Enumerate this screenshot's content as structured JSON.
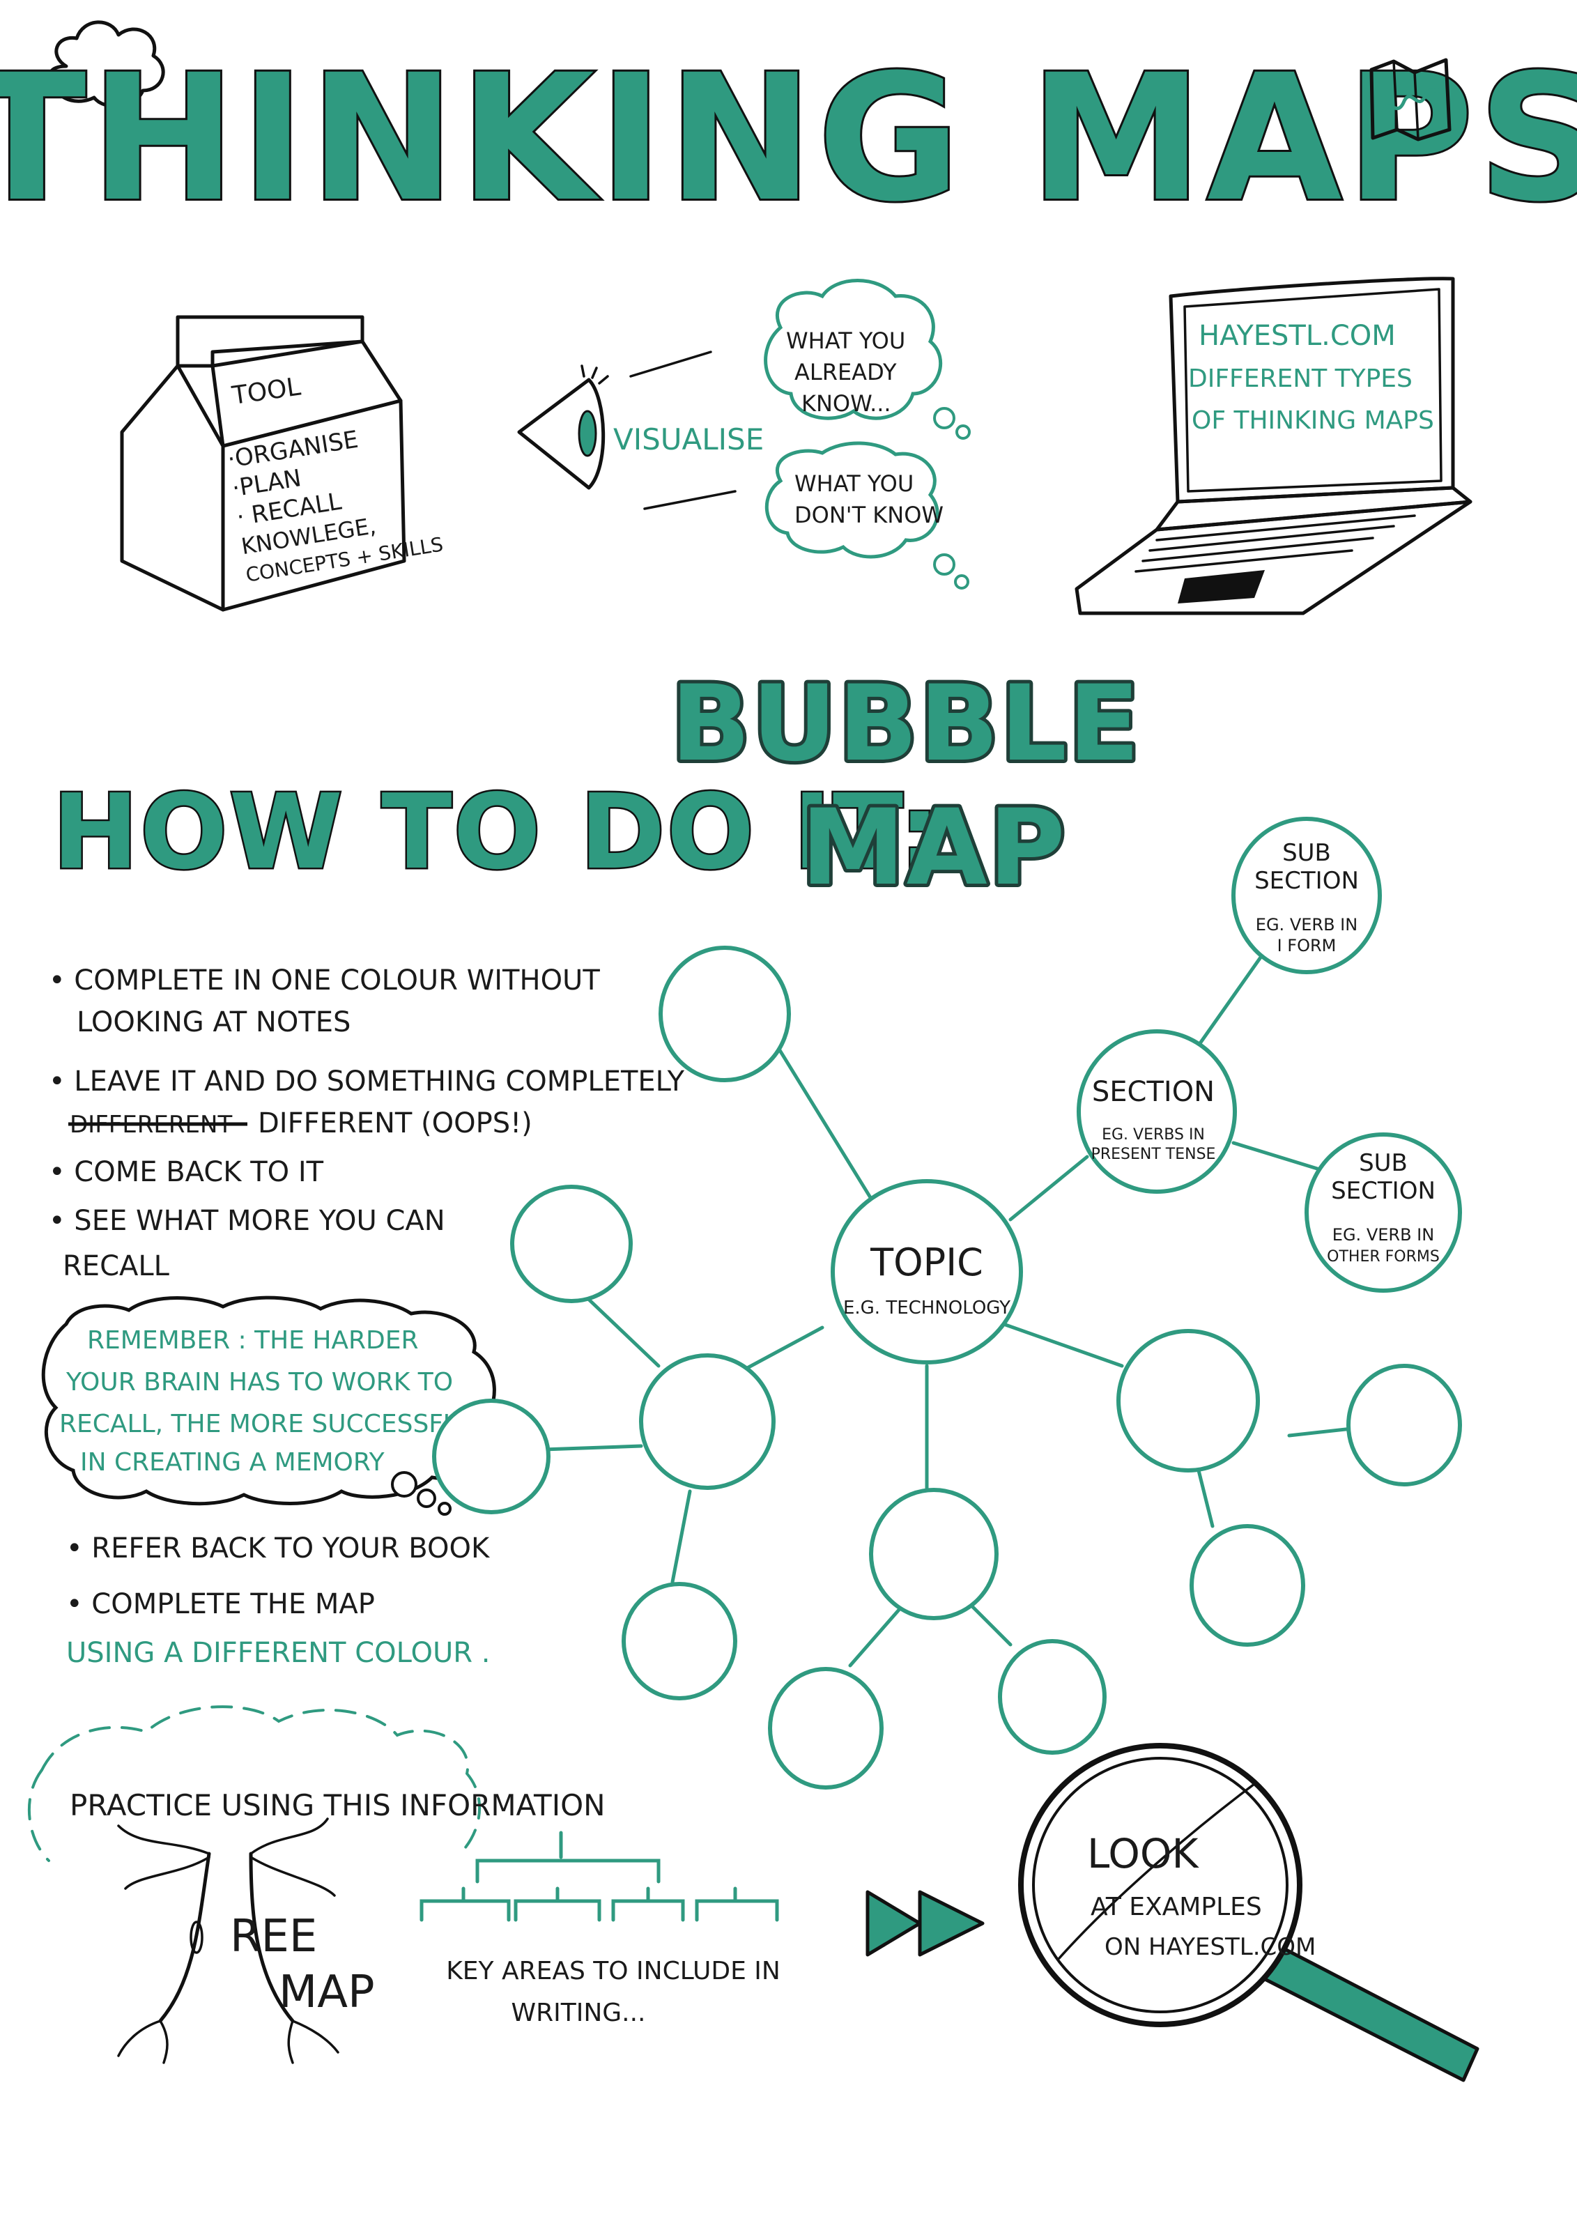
{
  "title": "THINKING MAPS",
  "tool_box": {
    "label": "TOOL",
    "items": [
      "·ORGANISE",
      "·PLAN",
      "· RECALL",
      "KNOWLEGE,",
      "CONCEPTS + SKILLS"
    ]
  },
  "visualise": {
    "label": "VISUALISE",
    "known_lines": [
      "WHAT YOU",
      "ALREADY",
      "KNOW..."
    ],
    "unknown_lines": [
      "WHAT YOU",
      "DON'T KNOW"
    ]
  },
  "laptop": {
    "lines": [
      "HAYESTL.COM",
      "DIFFERENT TYPES",
      "OF THINKING MAPS"
    ]
  },
  "how_to_heading": "HOW TO DO IT:",
  "bubble_map_title": [
    "BUBBLE",
    "MAP"
  ],
  "steps": {
    "step1": [
      "• COMPLETE IN ONE COLOUR WITHOUT",
      "LOOKING AT NOTES"
    ],
    "step2": [
      "• LEAVE IT AND DO SOMETHING COMPLETELY"
    ],
    "step2_struck": "DIFFERERENT",
    "step2_end": "DIFFERENT (OOPS!)",
    "step3": "• COME BACK TO IT",
    "step4": [
      "• SEE WHAT MORE YOU CAN",
      "RECALL"
    ],
    "remember": [
      "REMEMBER : THE HARDER",
      "YOUR BRAIN HAS TO WORK TO",
      "RECALL, THE MORE SUCCESSFUL",
      "IN CREATING A MEMORY"
    ],
    "step5": "• REFER BACK TO YOUR BOOK",
    "step6": "• COMPLETE THE MAP",
    "step6_green": "USING A DIFFERENT COLOUR ."
  },
  "bubble_map": {
    "topic": "TOPIC",
    "topic_example": "E.G. TECHNOLOGY",
    "section": "SECTION",
    "section_example": [
      "EG. VERBS IN",
      "PRESENT TENSE"
    ],
    "sub_section_a": [
      "SUB",
      "SECTION"
    ],
    "sub_section_a_example": [
      "EG. VERB IN",
      "I FORM"
    ],
    "sub_section_b": [
      "SUB",
      "SECTION"
    ],
    "sub_section_b_example": [
      "EG. VERB IN",
      "OTHER FORMS"
    ]
  },
  "tree_map": {
    "practice": "PRACTICE USING THIS INFORMATION",
    "tree_word": "REE",
    "map_word": "MAP",
    "key_areas": [
      "KEY AREAS TO INCLUDE IN",
      "WRITING..."
    ]
  },
  "look": {
    "heading": "LOOK",
    "lines": [
      "AT EXAMPLES",
      "ON HAYESTL.COM"
    ]
  },
  "colors": {
    "accent": "#2f9a80",
    "ink": "#111111"
  }
}
